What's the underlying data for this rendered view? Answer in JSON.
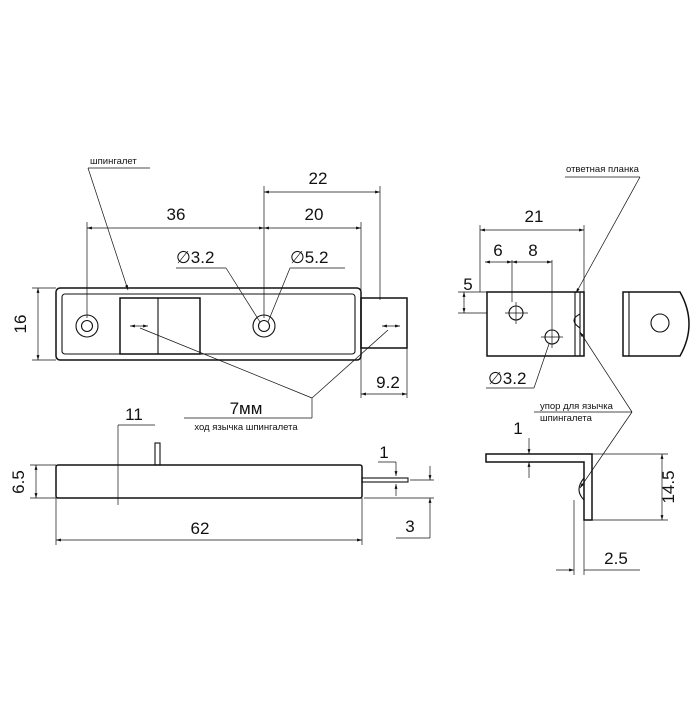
{
  "colors": {
    "line": "#111111",
    "background": "#ffffff"
  },
  "labels": {
    "latch": "шпингалет",
    "strike_plate": "ответная планка",
    "stop_line1": "упор для язычка",
    "stop_line2": "шпингалета",
    "travel": "7мм",
    "travel_caption": "ход язычка шпингалета"
  },
  "dimensions": {
    "d22": "22",
    "d20": "20",
    "d36": "36",
    "hole_small": "∅3.2",
    "hole_large": "∅5.2",
    "d16": "16",
    "d9_2": "9.2",
    "d11": "11",
    "d1_bolt": "1",
    "d6_5": "6.5",
    "d62": "62",
    "d3": "3",
    "d21": "21",
    "d6": "6",
    "d8": "8",
    "d5": "5",
    "strike_hole": "∅3.2",
    "d1_plate": "1",
    "d14_5": "14.5",
    "d2_5": "2.5"
  }
}
